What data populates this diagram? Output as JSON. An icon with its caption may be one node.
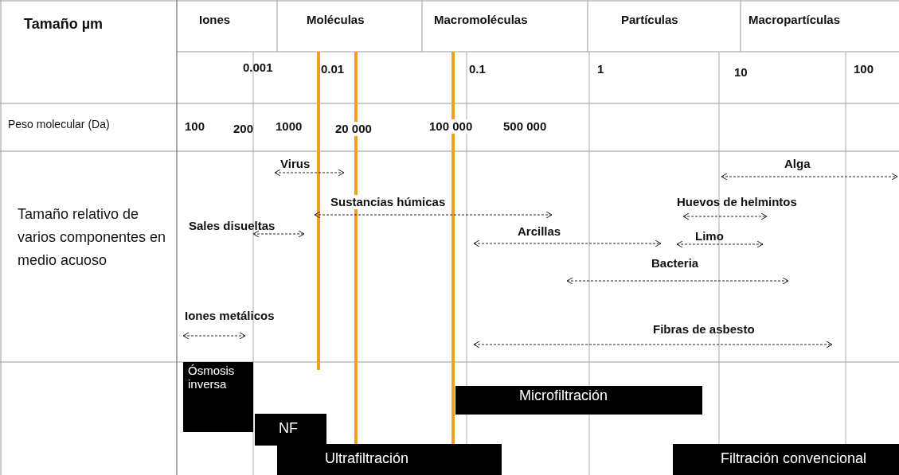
{
  "diagram": {
    "nodes": [
      {
        "text": [
          "Ósmosis inversa"
        ]
      },
      {
        "text": [
          "NF"
        ]
      },
      {
        "text": [
          "Ultrafiltración"
        ]
      },
      {
        "text": [
          "Microfiltración"
        ]
      },
      {
        "text": [
          "Filtración convencional"
        ]
      }
    ],
    "labels": [
      "Tamaño µm",
      "Iones",
      "Moléculas",
      "Macromoléculas",
      "Partículas",
      "Macropartículas",
      "0.001",
      "0.01",
      "0.1",
      "1",
      "10",
      "100",
      "Peso molecular (Da)",
      "100",
      "200",
      "1000",
      "20 000",
      "100 000",
      "500 000",
      "Tamaño relativo de varios componentes en medio acuoso",
      "Virus",
      "Alga",
      "Sustancias húmicas",
      "Huevos de helmintos",
      "Sales disueltas",
      "Arcillas",
      "Limo",
      "Bacteria",
      "Iones metálicos",
      "Fibras de asbesto"
    ]
  }
}
